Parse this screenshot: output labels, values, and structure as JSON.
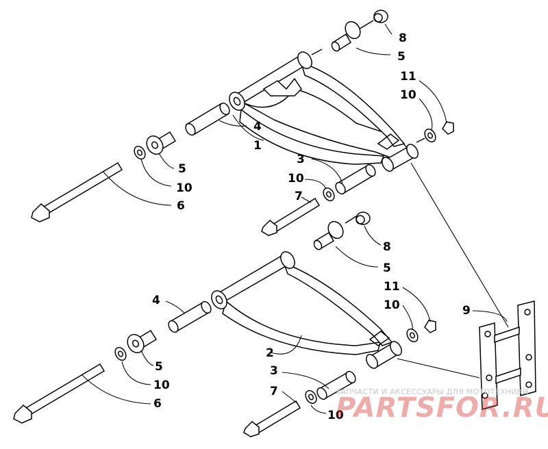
{
  "callouts": {
    "c1": "1",
    "c2": "2",
    "c3a": "3",
    "c3b": "3",
    "c4a": "4",
    "c4b": "4",
    "c5a": "5",
    "c5b": "5",
    "c5c": "5",
    "c5d": "5",
    "c6a": "6",
    "c6b": "6",
    "c7a": "7",
    "c7b": "7",
    "c8a": "8",
    "c8b": "8",
    "c9": "9",
    "c10a": "10",
    "c10b": "10",
    "c10c": "10",
    "c10d": "10",
    "c10e": "10",
    "c10f": "10",
    "c11a": "11",
    "c11b": "11"
  },
  "watermark": {
    "tagline": "ЗАПЧАСТИ И АКСЕССУАРЫ ДЛЯ МОТОТЕХНИКИ",
    "brand": "PARTSFOR.RU"
  }
}
